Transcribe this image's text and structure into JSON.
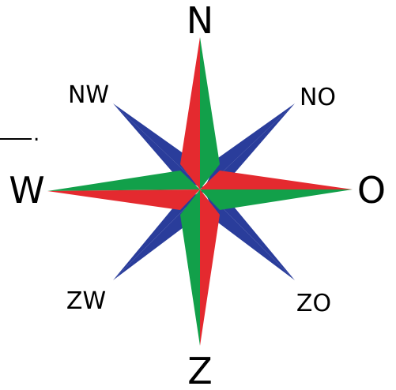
{
  "compass": {
    "labels": {
      "north": "N",
      "south": "Z",
      "west": "W",
      "east": "O",
      "northwest": "NW",
      "northeast": "NO",
      "southwest": "ZW",
      "southeast": "ZO"
    },
    "blank": {
      "line": "__",
      "period": "."
    }
  },
  "colors": {
    "red": "#E42A2F",
    "green": "#12A04A",
    "blue": "#2A3D9B"
  }
}
